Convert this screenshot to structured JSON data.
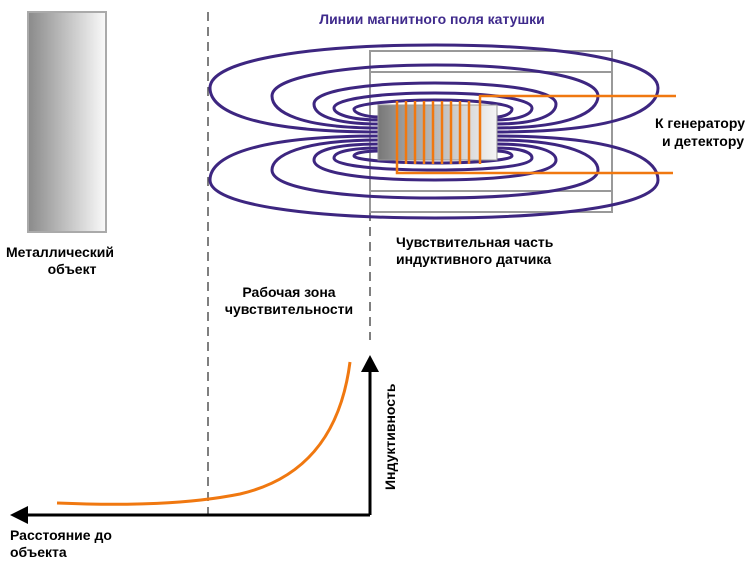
{
  "title": "Линии магнитного поля катушки",
  "metal_object": [
    "Металлический",
    "объект"
  ],
  "sensor_part": [
    "Чувствительная часть",
    "индуктивного датчика"
  ],
  "generator": [
    "К генератору",
    "и детектору"
  ],
  "working_zone": [
    "Рабочая зона",
    "чувствительности"
  ],
  "y_axis_label": "Индуктивность",
  "x_axis_label": [
    "Расстояние до",
    "объекта"
  ],
  "colors": {
    "field": "#3d2680",
    "wire": "#f07810",
    "title": "#3f2a8c"
  }
}
